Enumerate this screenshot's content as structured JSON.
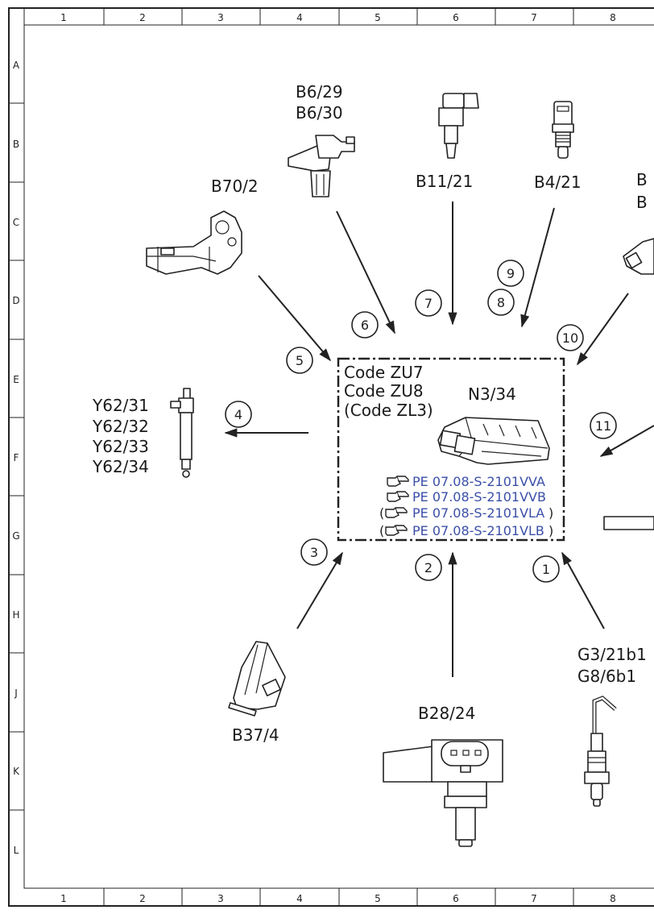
{
  "grid": {
    "columns": [
      "1",
      "2",
      "3",
      "4",
      "5",
      "6",
      "7",
      "8"
    ],
    "rows": [
      "A",
      "B",
      "C",
      "D",
      "E",
      "F",
      "G",
      "H",
      "J",
      "K",
      "L"
    ]
  },
  "control_unit": {
    "codes": [
      "Code ZU7",
      "Code ZU8",
      "(Code ZL3)"
    ],
    "id": "N3/34",
    "references": [
      {
        "prefix": "",
        "text": "PE 07.08-S-2101VVA",
        "suffix": ""
      },
      {
        "prefix": "",
        "text": "PE 07.08-S-2101VVB",
        "suffix": ""
      },
      {
        "prefix": "(",
        "text": "PE 07.08-S-2101VLA",
        "suffix": ")"
      },
      {
        "prefix": "(",
        "text": "PE 07.08-S-2101VLB",
        "suffix": ")"
      }
    ]
  },
  "components": {
    "b6": [
      "B6/29",
      "B6/30"
    ],
    "b70": "B70/2",
    "b11": "B11/21",
    "b4": "B4/21",
    "b_right": [
      "B",
      "B"
    ],
    "y62": [
      "Y62/31",
      "Y62/32",
      "Y62/33",
      "Y62/34"
    ],
    "b37": "B37/4",
    "b28": "B28/24",
    "g": [
      "G3/21b1",
      "G8/6b1"
    ]
  },
  "callouts": [
    "1",
    "2",
    "3",
    "4",
    "5",
    "6",
    "7",
    "8",
    "9",
    "10",
    "11"
  ],
  "colors": {
    "reference_link": "#3b4fa8",
    "line": "#222222"
  },
  "icons": [
    "pointing-hand-icon"
  ]
}
